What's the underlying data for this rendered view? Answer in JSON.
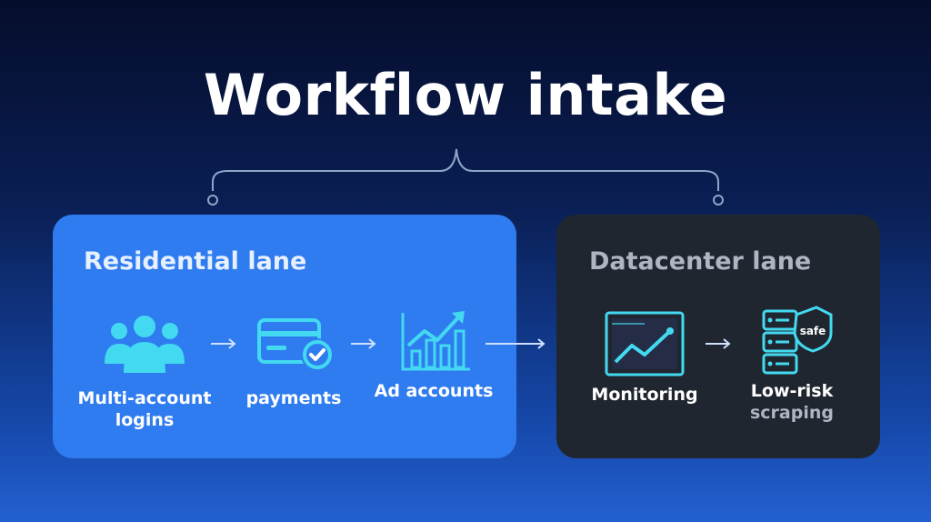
{
  "title": "Workflow intake",
  "residential": {
    "title": "Residential lane",
    "steps": [
      {
        "icon": "users-group-icon",
        "line1": "Multi-account",
        "line2": "logins"
      },
      {
        "icon": "payment-card-check-icon",
        "line1": "payments"
      },
      {
        "icon": "growth-chart-icon",
        "line1": "Ad accounts"
      }
    ]
  },
  "datacenter": {
    "title": "Datacenter lane",
    "steps": [
      {
        "icon": "monitoring-chart-icon",
        "line1": "Monitoring"
      },
      {
        "icon": "server-safe-icon",
        "line1": "Low-risk",
        "line2": "scraping",
        "badge": "safe"
      }
    ]
  },
  "colors": {
    "residential_lane": "#2f7cf0",
    "datacenter_lane": "#20262f",
    "icon_cyan": "#43d9f0"
  }
}
